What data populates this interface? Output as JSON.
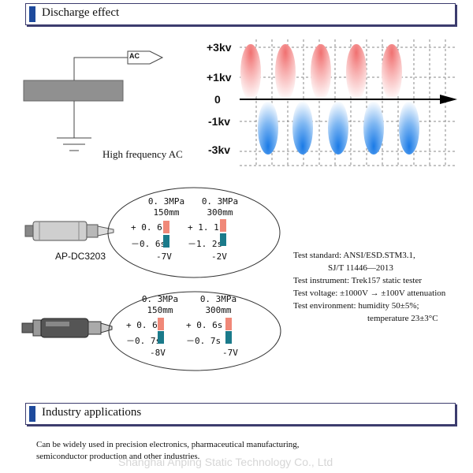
{
  "discharge": {
    "title": "Discharge effect",
    "ac_tag": "AC",
    "ac_caption": "High frequency AC",
    "axis_labels": [
      "+3kv",
      "+1kv",
      "0",
      "-1kv",
      "-3kv"
    ]
  },
  "colors": {
    "accent": "#1e4a9c",
    "positive": "#f07878",
    "negative": "#2a88e8",
    "bar_red": "#f08878",
    "bar_teal": "#1a7a8a"
  },
  "device1": {
    "model": "AP-DC3203",
    "col1": {
      "pressure": "0. 3MPa",
      "distance": "150mm",
      "pos_time": "+ 0. 6s",
      "neg_time": "－0. 6s",
      "voltage": "-7V"
    },
    "col2": {
      "pressure": "0. 3MPa",
      "distance": "300mm",
      "pos_time": "+ 1. 1s",
      "neg_time": "－1. 2s",
      "voltage": "-2V"
    }
  },
  "device2": {
    "col1": {
      "pressure": "0. 3MPa",
      "distance": "150mm",
      "pos_time": "+ 0. 6s",
      "neg_time": "－0. 7s",
      "voltage": "-8V"
    },
    "col2": {
      "pressure": "0. 3MPa",
      "distance": "300mm",
      "pos_time": "+ 0. 6s",
      "neg_time": "－0. 7s",
      "voltage": "-7V"
    }
  },
  "test_info": {
    "standard": "Test standard: ANSI/ESD.STM3.1,",
    "standard2": "SJ/T 11446—2013",
    "instrument": "Test instrument: Trek157 static tester",
    "voltage": "Test voltage: ±1000V → ±100V attenuation",
    "environment": "Test environment: humidity 50±5%;",
    "temperature": "temperature 23±3°C"
  },
  "industry": {
    "title": "Industry applications",
    "text1": "Can be widely used in precision electronics, pharmaceutical manufacturing,",
    "text2": "semiconductor production and other industries.",
    "watermark": "Shanghai Anping Static Technology Co., Ltd"
  }
}
